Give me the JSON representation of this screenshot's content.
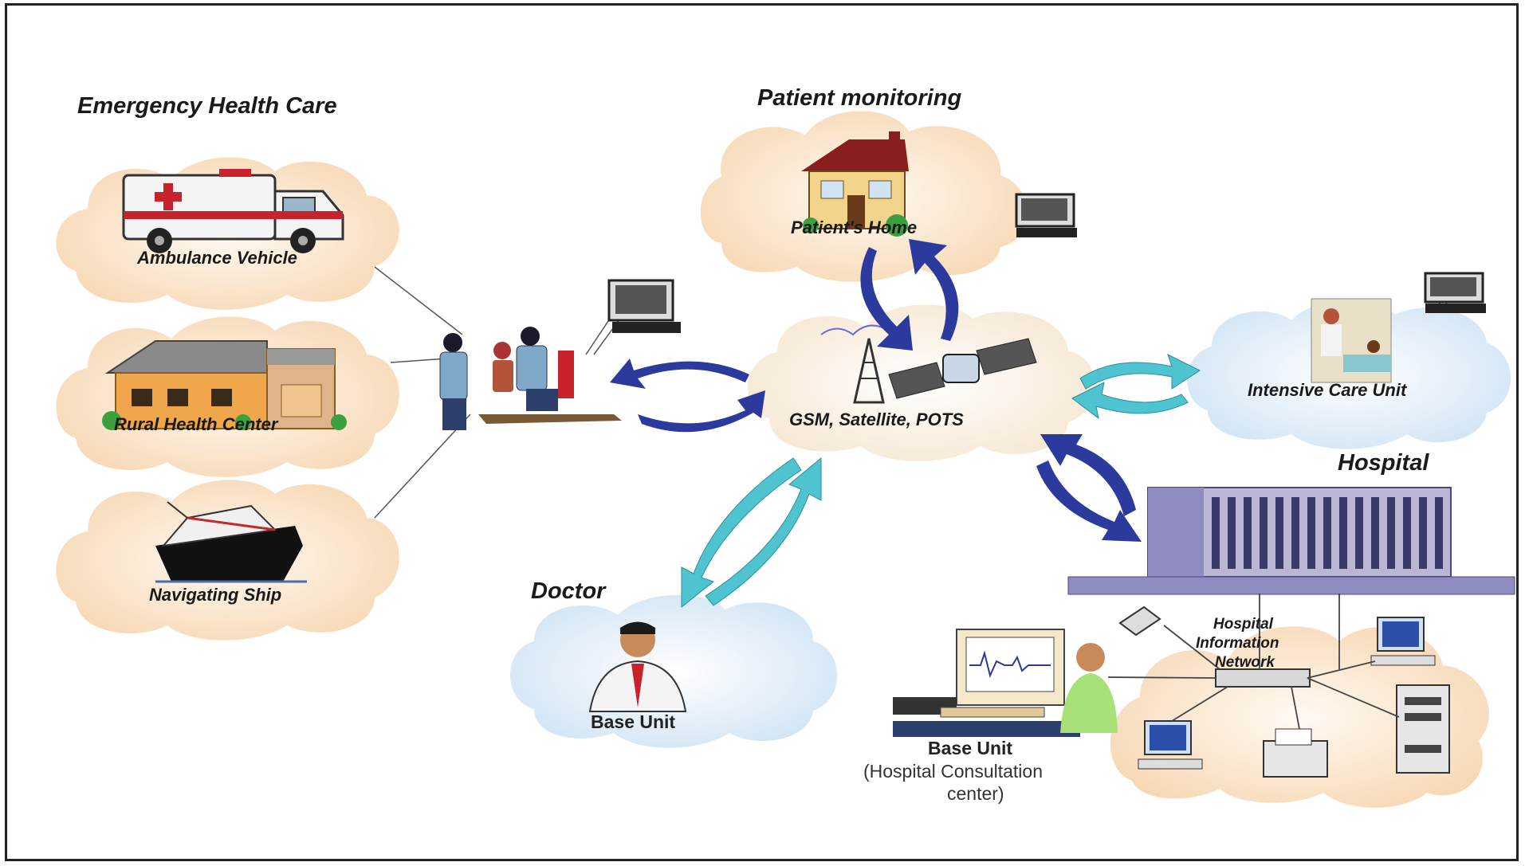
{
  "headings": {
    "emergency": "Emergency Health Care",
    "patient_monitoring": "Patient monitoring",
    "hospital": "Hospital",
    "doctor": "Doctor"
  },
  "nodes": {
    "ambulance": "Ambulance Vehicle",
    "rural": "Rural Health Center",
    "ship": "Navigating Ship",
    "home": "Patient's Home",
    "network": "GSM, Satellite, POTS",
    "icu": "Intensive Care Unit",
    "doctor_base": "Base Unit",
    "hospital_base": "Base Unit",
    "hospital_base_sub1": "(Hospital Consultation",
    "hospital_base_sub2": "center)",
    "hin1": "Hospital",
    "hin2": "Information",
    "hin3": "Network"
  },
  "colors": {
    "cloud_warm": "#f9dcbd",
    "cloud_cool": "#dcecf8",
    "arrow_blue": "#2b3a9c",
    "arrow_cyan": "#4fc3cf"
  },
  "icons": [
    "ambulance-icon",
    "rural-clinic-icon",
    "ship-icon",
    "house-icon",
    "monitor-icon",
    "paramedics-icon",
    "antenna-icon",
    "satellite-icon",
    "icu-icon",
    "hospital-building-icon",
    "doctor-icon",
    "workstation-icon",
    "computer-icon",
    "printer-icon",
    "server-icon",
    "hub-icon"
  ]
}
